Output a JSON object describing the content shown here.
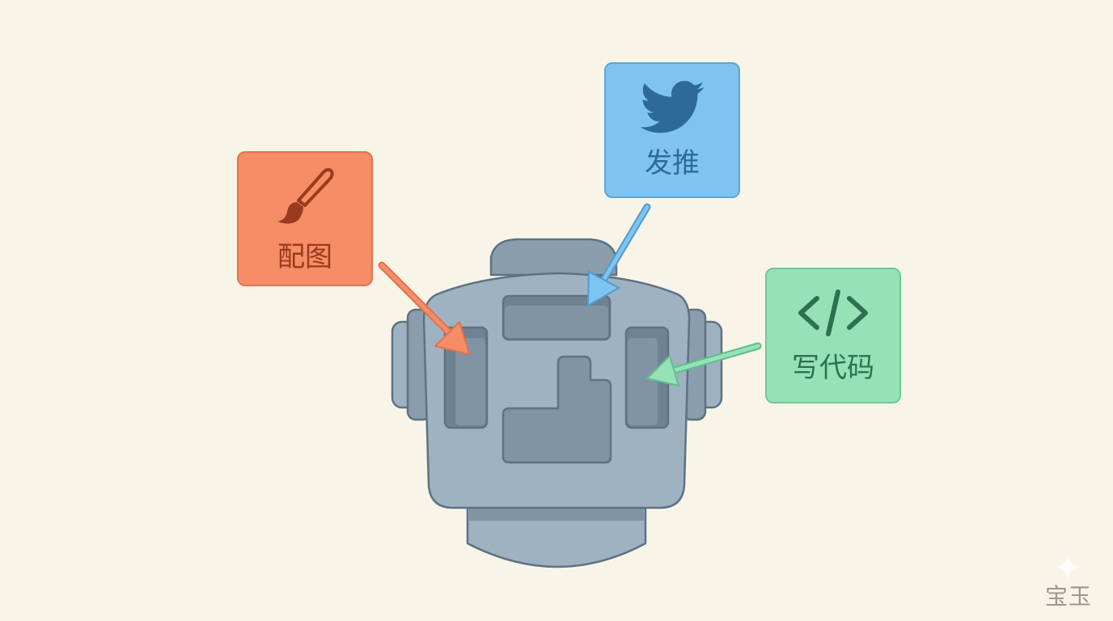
{
  "cards": [
    {
      "label": "配图",
      "icon": "paintbrush-icon",
      "color": "#f68d67"
    },
    {
      "label": "发推",
      "icon": "twitter-bird-icon",
      "color": "#7fc4ef"
    },
    {
      "label": "写代码",
      "icon": "code-brackets-icon",
      "color": "#96e2b6"
    }
  ],
  "robot": {
    "color": "#9fb2c1",
    "outline": "#5e7283"
  },
  "watermark": "宝玉"
}
